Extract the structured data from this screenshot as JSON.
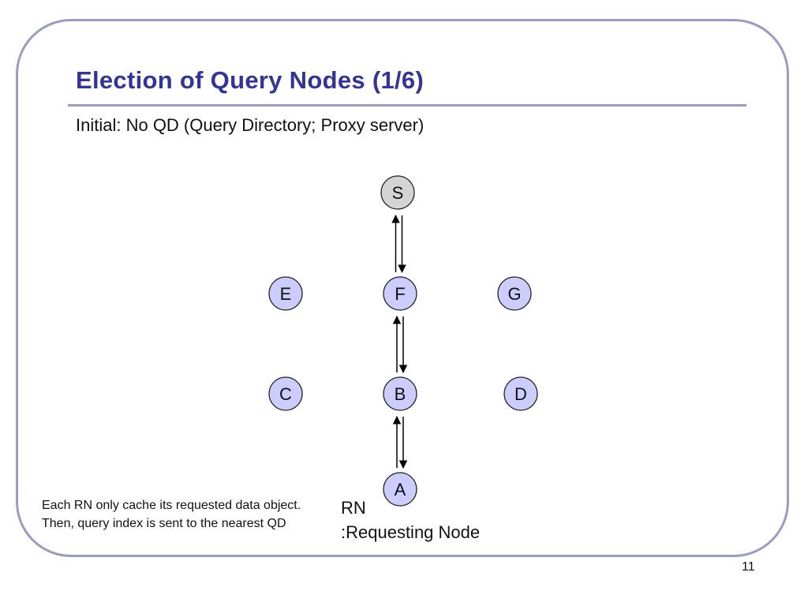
{
  "slide": {
    "title": "Election of Query Nodes  (1/6)",
    "subtitle": "Initial: No QD (Query Directory; Proxy server)",
    "note": "Each RN only cache its requested data object. Then, query index is sent to the nearest QD",
    "legend_line1": "RN",
    "legend_line2": ":Requesting Node",
    "page_number": "11"
  },
  "colors": {
    "title": "#3333a0",
    "frame": "#9a9cc4",
    "node_fill": "#ccccff",
    "server_fill": "#d4d4d4"
  },
  "nodes": [
    {
      "id": "S",
      "label": "S",
      "role": "server"
    },
    {
      "id": "E",
      "label": "E",
      "role": "node"
    },
    {
      "id": "F",
      "label": "F",
      "role": "node"
    },
    {
      "id": "G",
      "label": "G",
      "role": "node"
    },
    {
      "id": "C",
      "label": "C",
      "role": "node"
    },
    {
      "id": "B",
      "label": "B",
      "role": "node"
    },
    {
      "id": "D",
      "label": "D",
      "role": "node"
    },
    {
      "id": "A",
      "label": "A",
      "role": "node"
    }
  ],
  "edges": [
    {
      "from": "F",
      "to": "S",
      "bidirectional": true
    },
    {
      "from": "B",
      "to": "F",
      "bidirectional": true
    },
    {
      "from": "A",
      "to": "B",
      "bidirectional": true
    }
  ]
}
